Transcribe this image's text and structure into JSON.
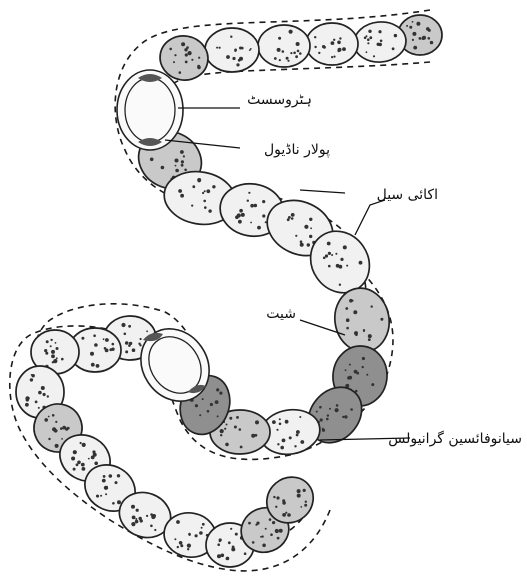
{
  "labels": {
    "heterocyst": "ہٹروسسٹ",
    "polar_nodule": "پولار ناڈیول",
    "vegetative_cell": "اکائی سیل",
    "sheath": "شیت",
    "cyanophycean_granules": "سیانوفائسین گرانیولس"
  }
}
